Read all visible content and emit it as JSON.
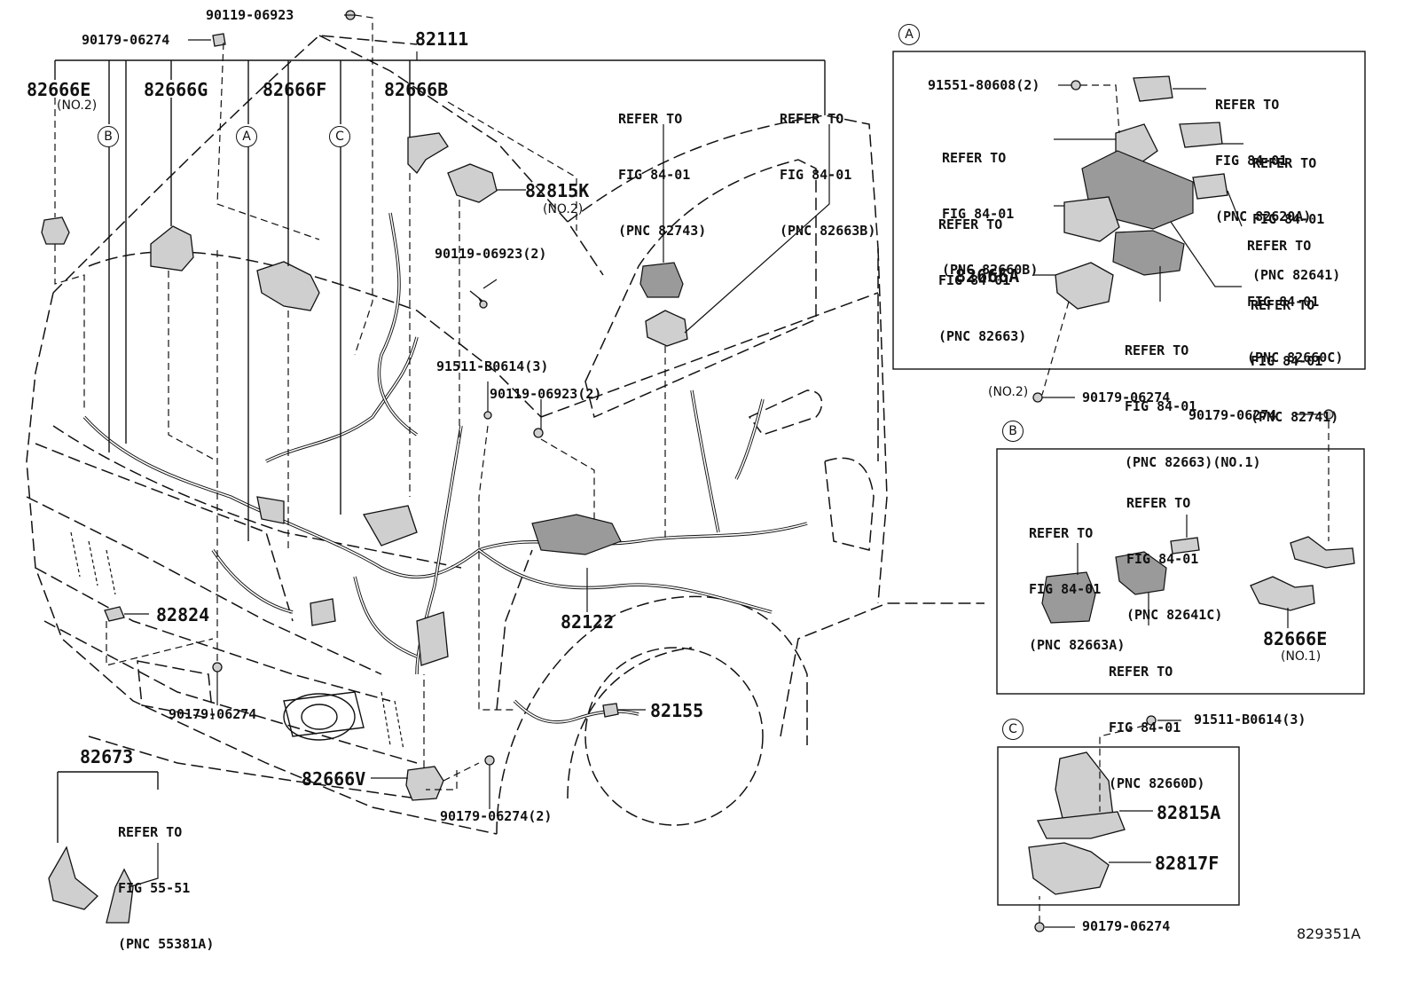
{
  "labels": {
    "p82111": "82111",
    "p90119_top": "90119-06923",
    "p90179_top": "90179-06274",
    "p82666E": "82666E",
    "p82666E_no2": "(NO.2)",
    "p82666G": "82666G",
    "p82666F": "82666F",
    "p82666B": "82666B",
    "p82815K": "82815K",
    "p82815K_no2": "(NO.2)",
    "p90119_mid": "90119-06923(2)",
    "p91511_mid": "91511-B0614(3)",
    "p90119_mid2": "90119-06923(2)",
    "p82824": "82824",
    "p90179_left": "90179-06274",
    "p82122": "82122",
    "p82155": "82155",
    "p82666V": "82666V",
    "p90179_bottom": "90179-06274(2)",
    "p82673": "82673",
    "ref_82743": [
      "REFER TO",
      "FIG 84-01",
      "(PNC 82743)"
    ],
    "ref_82663B": [
      "REFER TO",
      "FIG 84-01",
      "(PNC 82663B)"
    ],
    "ref_55381A": [
      "REFER TO",
      "FIG 55-51",
      "(PNC 55381A)"
    ],
    "drawing_id": "829351A"
  },
  "callouts": {
    "A": "A",
    "B": "B",
    "C": "C"
  },
  "inset_a": {
    "tag": "A",
    "p91551": "91551-80608(2)",
    "ref_82620A": [
      "REFER TO",
      "FIG 84-01",
      "(PNC 82620A)"
    ],
    "ref_82660B": [
      "REFER TO",
      "FIG 84-01",
      "(PNC 82660B)"
    ],
    "ref_82641": [
      "REFER TO",
      "FIG 84-01",
      "(PNC 82641)"
    ],
    "ref_82663": [
      "REFER TO",
      "FIG 84-01",
      "(PNC 82663)",
      "(NO.2)"
    ],
    "ref_82660C": [
      "REFER TO",
      "FIG 84-01",
      "(PNC 82660C)"
    ],
    "p82666A": "82666A",
    "ref_82741": [
      "REFER TO",
      "FIG 84-01",
      "(PNC 82741)"
    ],
    "ref_82663_no1": [
      "REFER TO",
      "FIG 84-01",
      "(PNC 82663)(NO.1)"
    ],
    "p90179_under": "90179-06274"
  },
  "inset_b": {
    "tag": "B",
    "p90179_above": "90179-06274",
    "ref_82641C": [
      "REFER TO",
      "FIG 84-01",
      "(PNC 82641C)"
    ],
    "ref_82663A": [
      "REFER TO",
      "FIG 84-01",
      "(PNC 82663A)"
    ],
    "ref_82660D": [
      "REFER TO",
      "FIG 84-01",
      "(PNC 82660D)"
    ],
    "p82666E": "82666E",
    "p82666E_no1": "(NO.1)"
  },
  "inset_c": {
    "tag": "C",
    "p91511": "91511-B0614(3)",
    "p82815A": "82815A",
    "p82817F": "82817F",
    "p90179_under": "90179-06274"
  },
  "colors": {
    "ink": "#111111",
    "part_fill": "#cfcfcf",
    "part_dark": "#9a9a9a",
    "paper": "#ffffff"
  }
}
